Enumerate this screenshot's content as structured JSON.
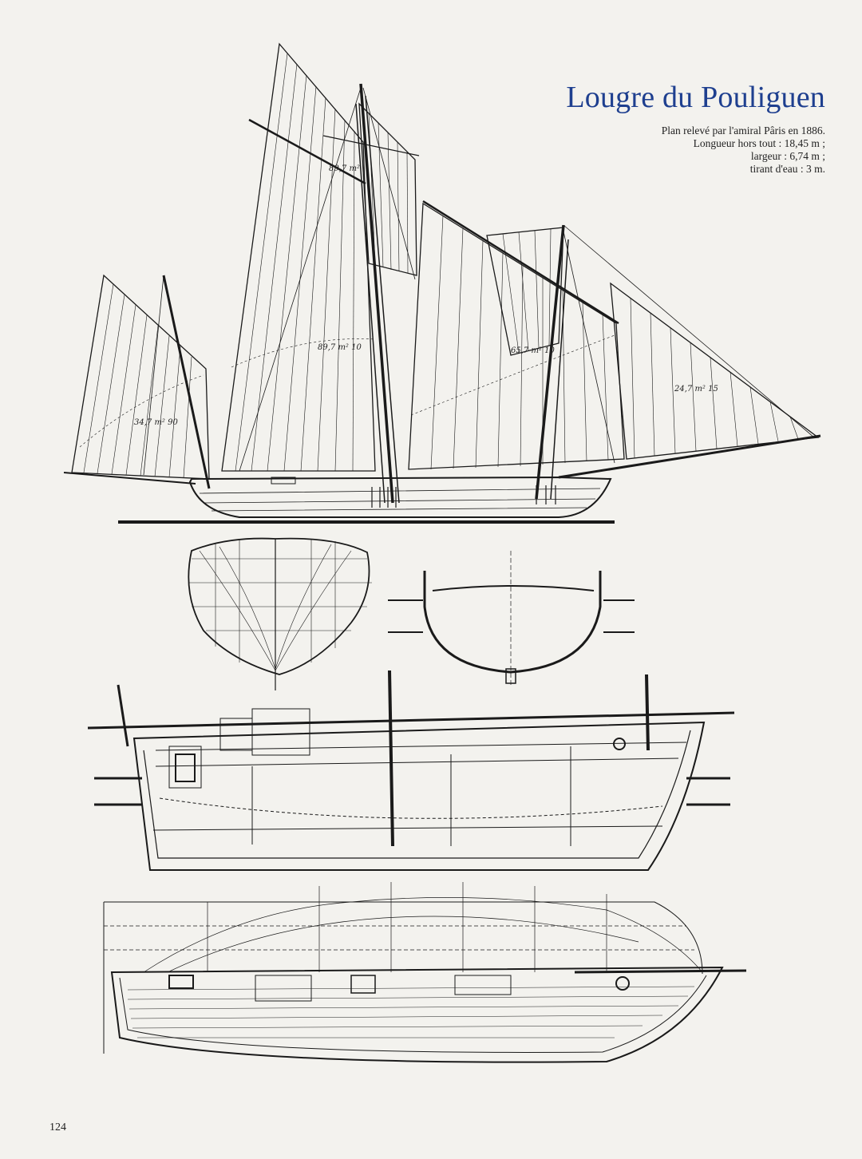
{
  "title": "Lougre du Pouliguen",
  "caption": {
    "line1": "Plan relevé par l'amiral Pâris en 1886.",
    "line2": "Longueur hors tout : 18,45 m ;",
    "line3": "largeur : 6,74 m ;",
    "line4": "tirant d'eau : 3 m."
  },
  "sail_labels": {
    "mizzen": "34,7 m² 90",
    "topsail": "89,7 m²",
    "mainsail": "89,7 m² 10",
    "foresail": "65,7 m² 10",
    "jib": "24,7 m² 15"
  },
  "page_number": "124"
}
